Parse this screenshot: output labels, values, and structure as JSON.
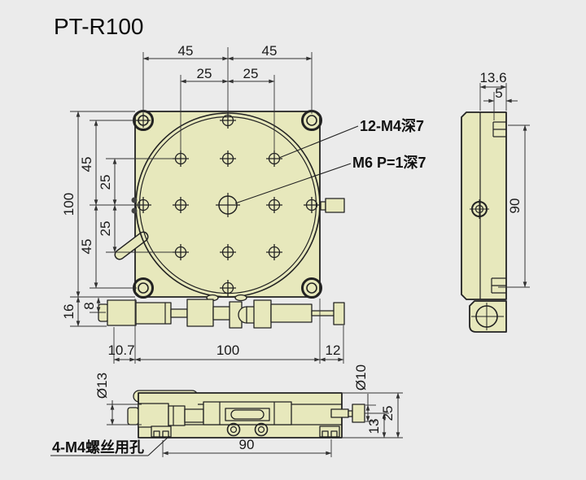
{
  "title": "PT-R100",
  "callouts": {
    "top_holes": "12-M4深7",
    "center_thread": "M6 P=1深7",
    "base_holes": "4-M4螺丝用孔"
  },
  "front_view": {
    "dims": {
      "top_45_left": "45",
      "top_45_right": "45",
      "top_25_left": "25",
      "top_25_right": "25",
      "left_100": "100",
      "left_45_upper": "45",
      "left_25_upper": "25",
      "left_25_lower": "25",
      "left_45_lower": "45",
      "left_16": "16",
      "left_8": "8",
      "bottom_10_7": "10.7",
      "bottom_100": "100",
      "bottom_12": "12"
    }
  },
  "side_view": {
    "dims": {
      "width_13_6": "13.6",
      "step_5": "5",
      "height_90": "90"
    }
  },
  "bottom_view": {
    "dims": {
      "dia_13": "Ø13",
      "dia_10": "Ø10",
      "height_25": "25",
      "axis_13": "13",
      "span_90": "90"
    }
  },
  "colors": {
    "background": "#ebebeb",
    "part_fill": "#e7e8bc",
    "outline": "#222222",
    "dimension": "#333333",
    "text": "#1a1a1a"
  }
}
